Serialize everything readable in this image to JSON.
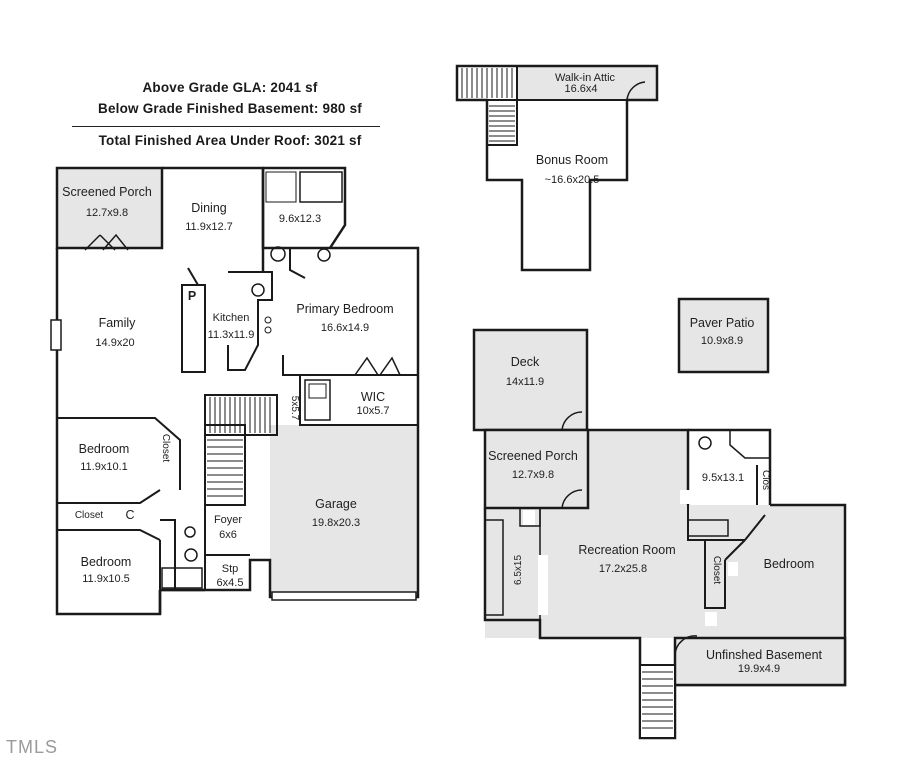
{
  "summary": {
    "above_grade": "Above Grade GLA: 2041 sf",
    "below_grade": "Below Grade Finished Basement: 980 sf",
    "total": "Total Finished Area Under Roof: 3021 sf"
  },
  "main_floor": {
    "screened_porch": {
      "name": "Screened Porch",
      "dims": "12.7x9.8"
    },
    "dining": {
      "name": "Dining",
      "dims": "11.9x12.7"
    },
    "primary_bath": {
      "dims": "9.6x12.3"
    },
    "family": {
      "name": "Family",
      "dims": "14.9x20"
    },
    "pantry": {
      "name": "P"
    },
    "kitchen": {
      "name": "Kitchen",
      "dims": "11.3x11.9"
    },
    "primary_bedroom": {
      "name": "Primary Bedroom",
      "dims": "16.6x14.9"
    },
    "laundry": {
      "dims": "5x5.7"
    },
    "wic": {
      "name": "WIC",
      "dims": "10x5.7"
    },
    "bedroom_2": {
      "name": "Bedroom",
      "dims": "11.9x10.1"
    },
    "closet_a": {
      "name": "Closet"
    },
    "closet_b": {
      "name": "Closet",
      "tag": "C"
    },
    "bedroom_3": {
      "name": "Bedroom",
      "dims": "11.9x10.5"
    },
    "foyer": {
      "name": "Foyer",
      "dims": "6x6"
    },
    "stoop": {
      "name": "Stp",
      "dims": "6x4.5"
    },
    "garage": {
      "name": "Garage",
      "dims": "19.8x20.3"
    }
  },
  "upper_floor": {
    "attic": {
      "name": "Walk-in Attic",
      "dims": "16.6x4"
    },
    "bonus": {
      "name": "Bonus Room",
      "dims": "~16.6x20.5"
    }
  },
  "outdoor": {
    "paver_patio": {
      "name": "Paver Patio",
      "dims": "10.9x8.9"
    }
  },
  "basement": {
    "deck": {
      "name": "Deck",
      "dims": "14x11.9"
    },
    "screened_porch": {
      "name": "Screened Porch",
      "dims": "12.7x9.8"
    },
    "bath": {
      "dims": "9.5x13.1"
    },
    "clos": {
      "name": "Clos"
    },
    "recreation": {
      "name": "Recreation Room",
      "dims": "17.2x25.8"
    },
    "bar": {
      "dims": "6.5x15"
    },
    "closet": {
      "name": "Closet"
    },
    "bedroom": {
      "name": "Bedroom"
    },
    "unfinished": {
      "name": "Unfinshed Basement",
      "dims": "19.9x4.9"
    }
  },
  "watermark": "TMLS",
  "colors": {
    "room_fill": "#e6e6e6",
    "wall": "#1a1a1a",
    "background": "#ffffff"
  }
}
